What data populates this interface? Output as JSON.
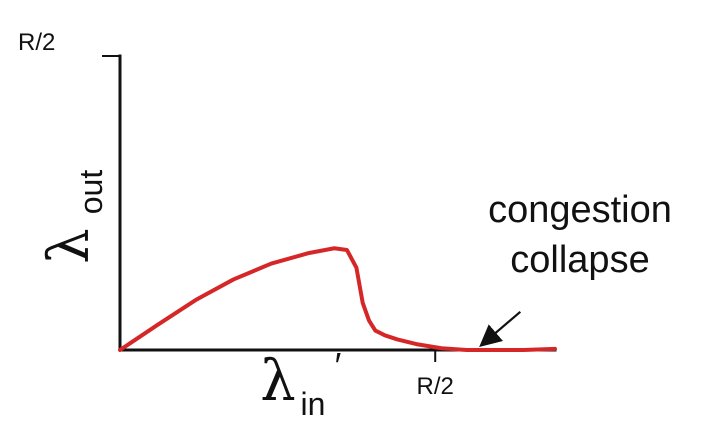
{
  "chart_data": {
    "type": "line",
    "title": "",
    "xlabel": {
      "symbol": "λ",
      "subscript": "in",
      "prime": "′"
    },
    "ylabel": {
      "symbol": "λ",
      "subscript": "out"
    },
    "xlim": [
      0,
      0.69
    ],
    "ylim": [
      0,
      0.5
    ],
    "x_ticks": [
      {
        "value": 0.5,
        "label": "R/2"
      }
    ],
    "y_ticks": [
      {
        "value": 0.5,
        "label": "R/2"
      }
    ],
    "grid": false,
    "series": [
      {
        "color": "#d62728",
        "x": [
          0,
          0.06,
          0.12,
          0.18,
          0.24,
          0.3,
          0.34,
          0.36,
          0.375,
          0.385,
          0.395,
          0.405,
          0.42,
          0.44,
          0.47,
          0.51,
          0.55,
          0.6,
          0.64,
          0.69
        ],
        "y": [
          0,
          0.043,
          0.085,
          0.12,
          0.147,
          0.165,
          0.173,
          0.17,
          0.14,
          0.08,
          0.05,
          0.033,
          0.025,
          0.018,
          0.01,
          0.003,
          0.0,
          0.0,
          0.0,
          0.002
        ]
      }
    ],
    "annotations": [
      {
        "line1": "congestion",
        "line2": "collapse",
        "arrow_to": {
          "x": 0.575,
          "y": 0.01
        },
        "arrow_from": {
          "x": 0.635,
          "y": 0.065
        }
      }
    ]
  }
}
